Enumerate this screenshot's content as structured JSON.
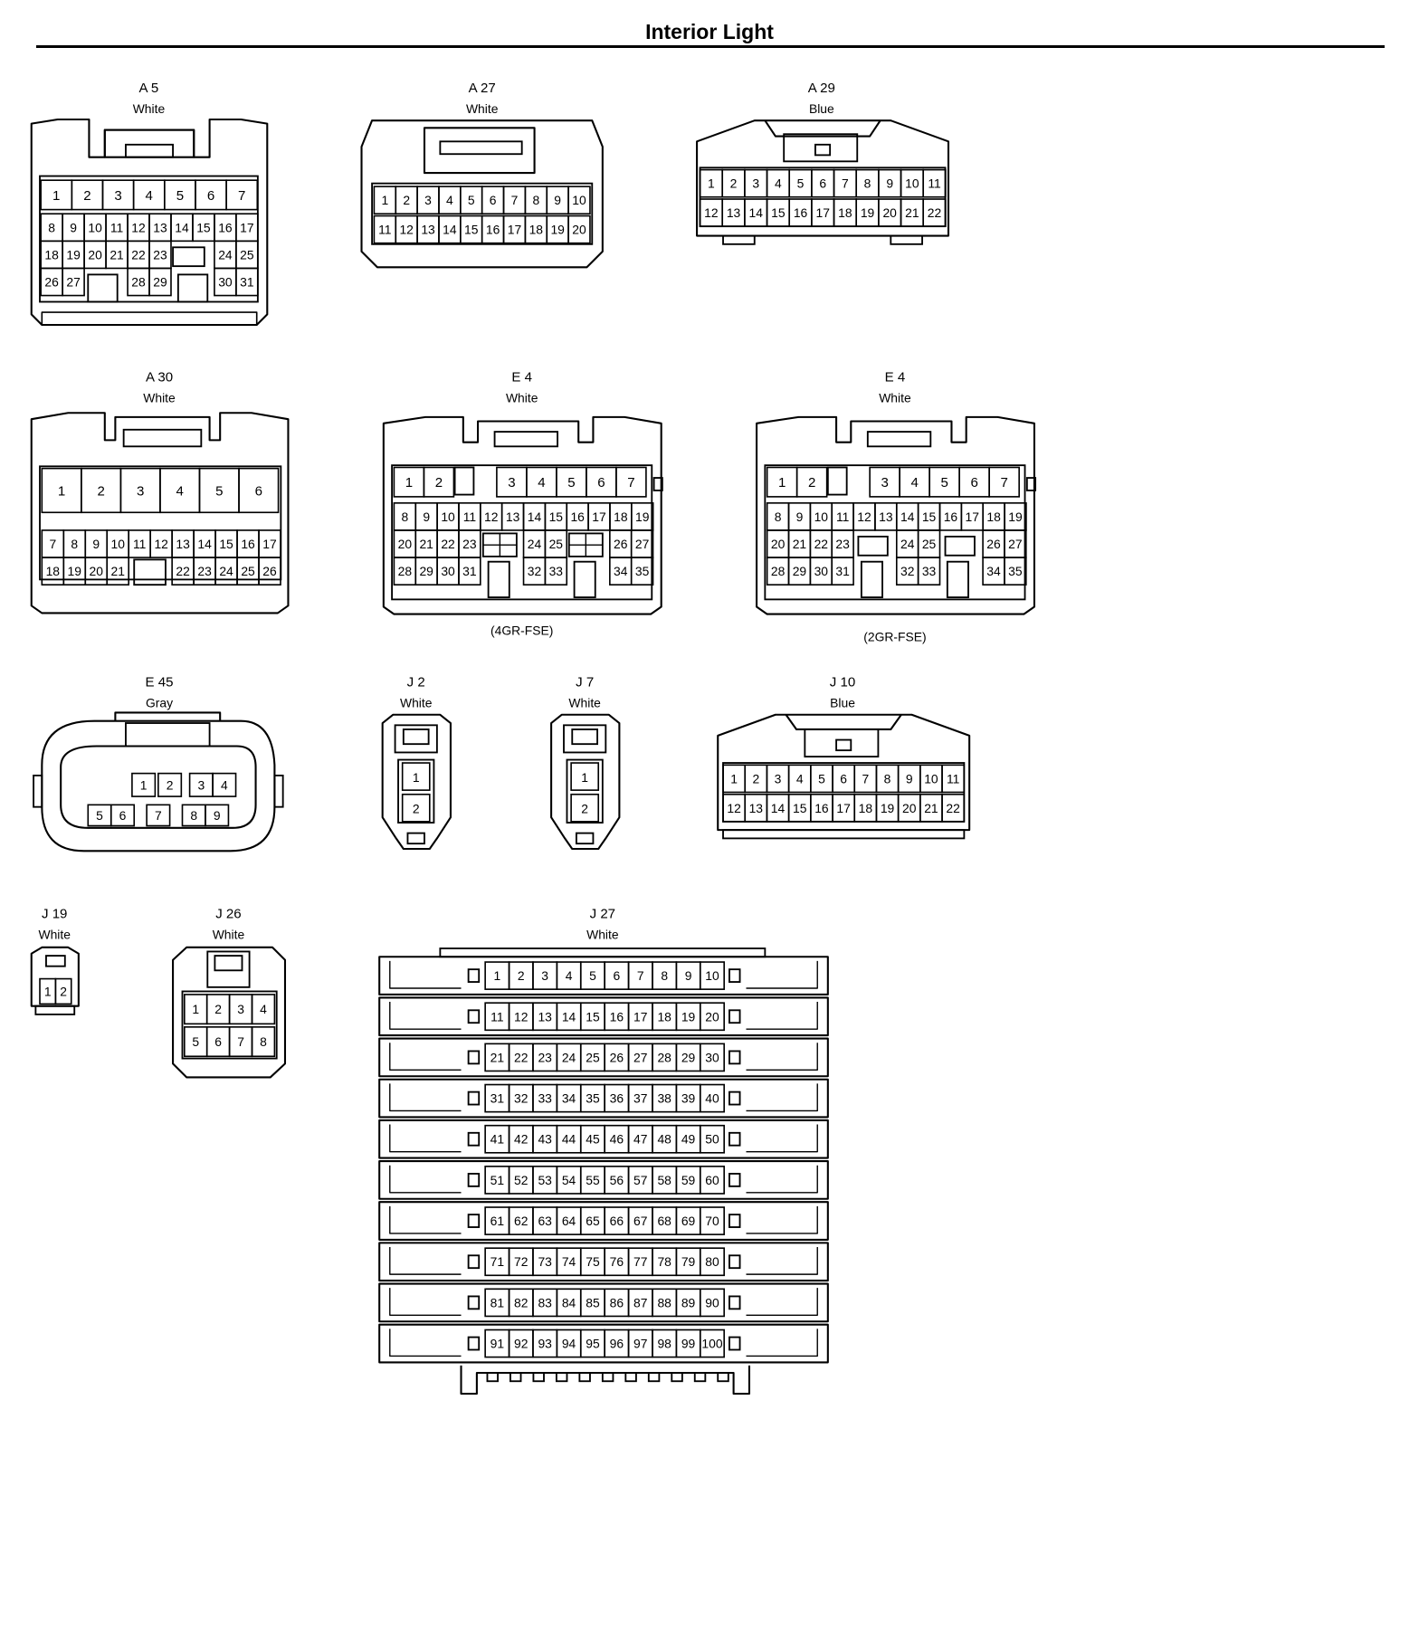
{
  "page": {
    "title": "Interior Light"
  },
  "connectors": [
    {
      "id": "A5",
      "label": "A 5",
      "color": "White",
      "rows": [
        [
          "1",
          "2",
          "3",
          "4",
          "5",
          "6",
          "7"
        ],
        [
          "8",
          "9",
          "10",
          "11",
          "12",
          "13",
          "14",
          "15",
          "16",
          "17"
        ],
        [
          "18",
          "19",
          "20",
          "21",
          "22",
          "23",
          "",
          "24",
          "25"
        ],
        [
          "26",
          "27",
          "",
          "28",
          "29",
          "",
          "30",
          "31"
        ]
      ]
    },
    {
      "id": "A27",
      "label": "A 27",
      "color": "White",
      "rows": [
        [
          "1",
          "2",
          "3",
          "4",
          "5",
          "6",
          "7",
          "8",
          "9",
          "10"
        ],
        [
          "11",
          "12",
          "13",
          "14",
          "15",
          "16",
          "17",
          "18",
          "19",
          "20"
        ]
      ]
    },
    {
      "id": "A29",
      "label": "A 29",
      "color": "Blue",
      "rows": [
        [
          "1",
          "2",
          "3",
          "4",
          "5",
          "6",
          "7",
          "8",
          "9",
          "10",
          "11"
        ],
        [
          "12",
          "13",
          "14",
          "15",
          "16",
          "17",
          "18",
          "19",
          "20",
          "21",
          "22"
        ]
      ]
    },
    {
      "id": "A30",
      "label": "A 30",
      "color": "White",
      "rows": [
        [
          "1",
          "2",
          "3",
          "4",
          "5",
          "6"
        ],
        [
          "7",
          "8",
          "9",
          "10",
          "11",
          "12",
          "13",
          "14",
          "15",
          "16",
          "17"
        ],
        [
          "18",
          "19",
          "20",
          "21",
          "",
          "22",
          "23",
          "24",
          "25",
          "26"
        ]
      ]
    },
    {
      "id": "E4a",
      "label": "E 4",
      "color": "White",
      "note": "(4GR-FSE)",
      "rows": [
        [
          "1",
          "2",
          "",
          "3",
          "4",
          "5",
          "6",
          "7"
        ],
        [
          "8",
          "9",
          "10",
          "11",
          "12",
          "13",
          "14",
          "15",
          "16",
          "17",
          "18",
          "19"
        ],
        [
          "20",
          "21",
          "22",
          "23",
          "",
          "24",
          "25",
          "",
          "26",
          "27"
        ],
        [
          "28",
          "29",
          "30",
          "31",
          "",
          "32",
          "33",
          "",
          "34",
          "35"
        ]
      ]
    },
    {
      "id": "E4b",
      "label": "E 4",
      "color": "White",
      "note": "(2GR-FSE)",
      "rows": [
        [
          "1",
          "2",
          "",
          "3",
          "4",
          "5",
          "6",
          "7"
        ],
        [
          "8",
          "9",
          "10",
          "11",
          "12",
          "13",
          "14",
          "15",
          "16",
          "17",
          "18",
          "19"
        ],
        [
          "20",
          "21",
          "22",
          "23",
          "",
          "24",
          "25",
          "",
          "26",
          "27"
        ],
        [
          "28",
          "29",
          "30",
          "31",
          "",
          "32",
          "33",
          "",
          "34",
          "35"
        ]
      ]
    },
    {
      "id": "E45",
      "label": "E 45",
      "color": "Gray",
      "rows": [
        [
          "1",
          "2",
          "3",
          "4"
        ],
        [
          "5",
          "6",
          "7",
          "8",
          "9"
        ]
      ]
    },
    {
      "id": "J2",
      "label": "J 2",
      "color": "White",
      "rows": [
        [
          "1"
        ],
        [
          "2"
        ]
      ]
    },
    {
      "id": "J7",
      "label": "J 7",
      "color": "White",
      "rows": [
        [
          "1"
        ],
        [
          "2"
        ]
      ]
    },
    {
      "id": "J10",
      "label": "J 10",
      "color": "Blue",
      "rows": [
        [
          "1",
          "2",
          "3",
          "4",
          "5",
          "6",
          "7",
          "8",
          "9",
          "10",
          "11"
        ],
        [
          "12",
          "13",
          "14",
          "15",
          "16",
          "17",
          "18",
          "19",
          "20",
          "21",
          "22"
        ]
      ]
    },
    {
      "id": "J19",
      "label": "J 19",
      "color": "White",
      "rows": [
        [
          "1",
          "2"
        ]
      ]
    },
    {
      "id": "J26",
      "label": "J 26",
      "color": "White",
      "rows": [
        [
          "1",
          "2",
          "3",
          "4"
        ],
        [
          "5",
          "6",
          "7",
          "8"
        ]
      ]
    },
    {
      "id": "J27",
      "label": "J 27",
      "color": "White",
      "rows": [
        [
          "1",
          "2",
          "3",
          "4",
          "5",
          "6",
          "7",
          "8",
          "9",
          "10"
        ],
        [
          "11",
          "12",
          "13",
          "14",
          "15",
          "16",
          "17",
          "18",
          "19",
          "20"
        ],
        [
          "21",
          "22",
          "23",
          "24",
          "25",
          "26",
          "27",
          "28",
          "29",
          "30"
        ],
        [
          "31",
          "32",
          "33",
          "34",
          "35",
          "36",
          "37",
          "38",
          "39",
          "40"
        ],
        [
          "41",
          "42",
          "43",
          "44",
          "45",
          "46",
          "47",
          "48",
          "49",
          "50"
        ],
        [
          "51",
          "52",
          "53",
          "54",
          "55",
          "56",
          "57",
          "58",
          "59",
          "60"
        ],
        [
          "61",
          "62",
          "63",
          "64",
          "65",
          "66",
          "67",
          "68",
          "69",
          "70"
        ],
        [
          "71",
          "72",
          "73",
          "74",
          "75",
          "76",
          "77",
          "78",
          "79",
          "80"
        ],
        [
          "81",
          "82",
          "83",
          "84",
          "85",
          "86",
          "87",
          "88",
          "89",
          "90"
        ],
        [
          "91",
          "92",
          "93",
          "94",
          "95",
          "96",
          "97",
          "98",
          "99",
          "100"
        ]
      ]
    }
  ]
}
